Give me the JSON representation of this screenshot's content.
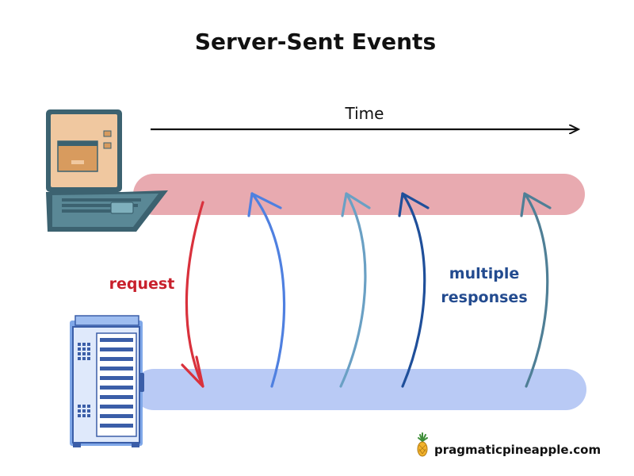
{
  "title": "Server-Sent Events",
  "time_label": "Time",
  "request_label": "request",
  "responses_label_line1": "multiple",
  "responses_label_line2": "responses",
  "footer": {
    "site": "pragmaticpineapple.com",
    "logo_icon": "pineapple-icon"
  },
  "colors": {
    "client_lane": "#e8aab0",
    "server_lane": "#b9caf5",
    "request_arrow": "#d9313c",
    "request_text": "#c8202c",
    "responses_text": "#234b8f",
    "response_arrows": [
      "#4f80e0",
      "#6aa0c4",
      "#1f4f9a",
      "#4f7f96"
    ]
  },
  "icons": {
    "client": "laptop-icon",
    "server": "server-rack-icon"
  }
}
